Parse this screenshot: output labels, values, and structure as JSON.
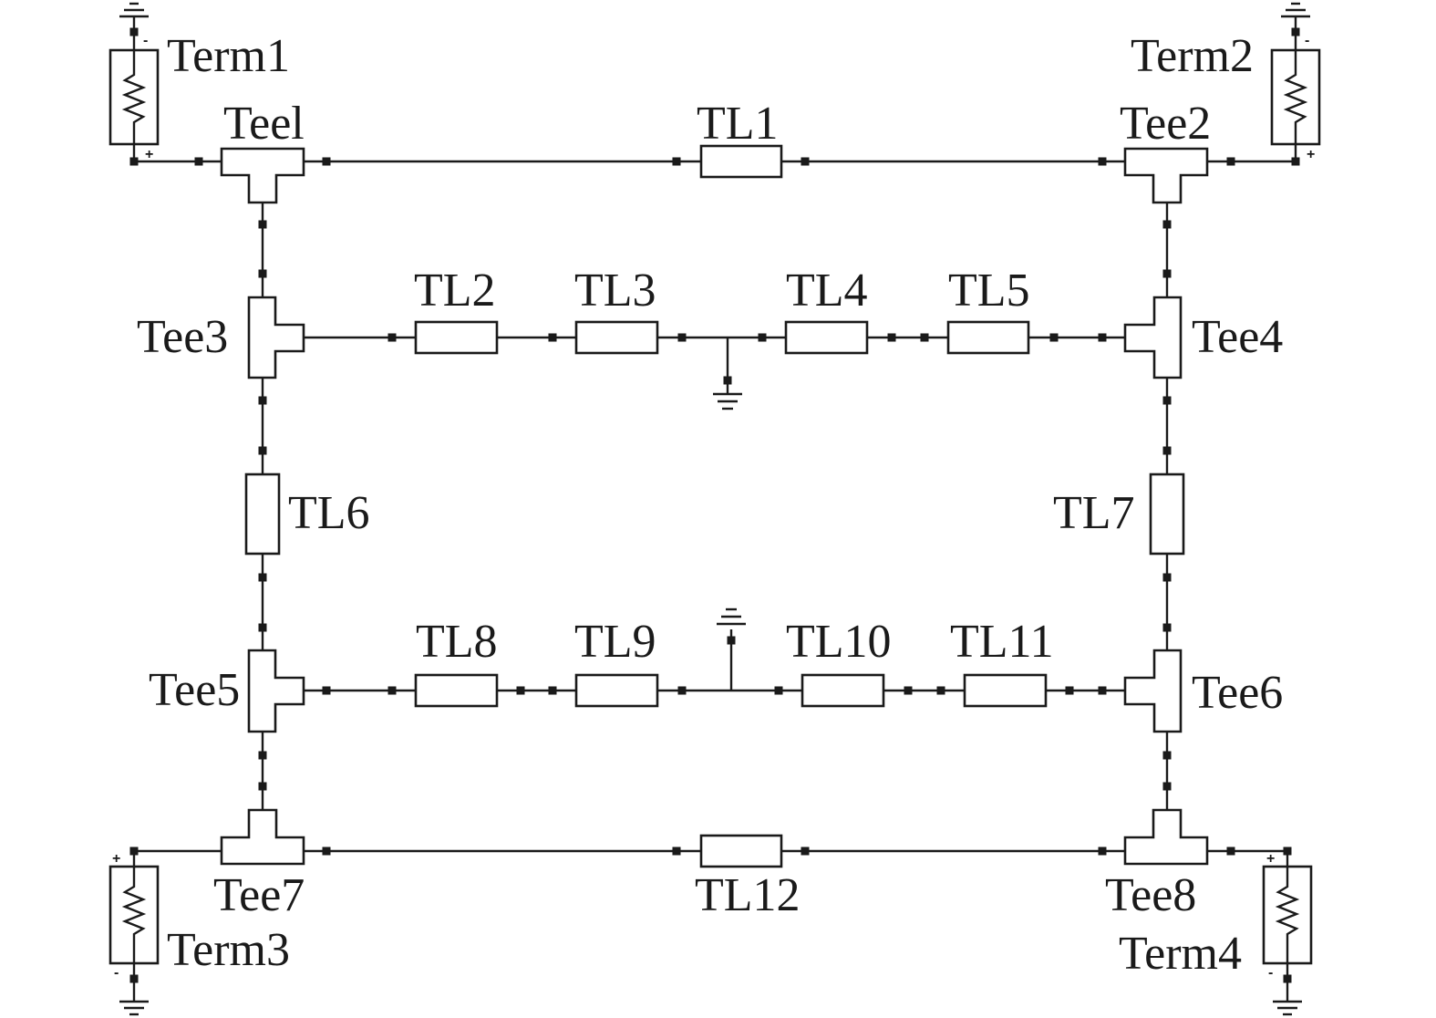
{
  "terminations": [
    {
      "id": "term1",
      "label": "Term1"
    },
    {
      "id": "term2",
      "label": "Term2"
    },
    {
      "id": "term3",
      "label": "Term3"
    },
    {
      "id": "term4",
      "label": "Term4"
    }
  ],
  "tees": [
    {
      "id": "tee1",
      "label": "Teel"
    },
    {
      "id": "tee2",
      "label": "Tee2"
    },
    {
      "id": "tee3",
      "label": "Tee3"
    },
    {
      "id": "tee4",
      "label": "Tee4"
    },
    {
      "id": "tee5",
      "label": "Tee5"
    },
    {
      "id": "tee6",
      "label": "Tee6"
    },
    {
      "id": "tee7",
      "label": "Tee7"
    },
    {
      "id": "tee8",
      "label": "Tee8"
    }
  ],
  "lines": [
    {
      "id": "tl1",
      "label": "TL1"
    },
    {
      "id": "tl2",
      "label": "TL2"
    },
    {
      "id": "tl3",
      "label": "TL3"
    },
    {
      "id": "tl4",
      "label": "TL4"
    },
    {
      "id": "tl5",
      "label": "TL5"
    },
    {
      "id": "tl6",
      "label": "TL6"
    },
    {
      "id": "tl7",
      "label": "TL7"
    },
    {
      "id": "tl8",
      "label": "TL8"
    },
    {
      "id": "tl9",
      "label": "TL9"
    },
    {
      "id": "tl10",
      "label": "TL10"
    },
    {
      "id": "tl11",
      "label": "TL11"
    },
    {
      "id": "tl12",
      "label": "TL12"
    }
  ],
  "polarity": {
    "plus": "+",
    "minus": "-"
  }
}
